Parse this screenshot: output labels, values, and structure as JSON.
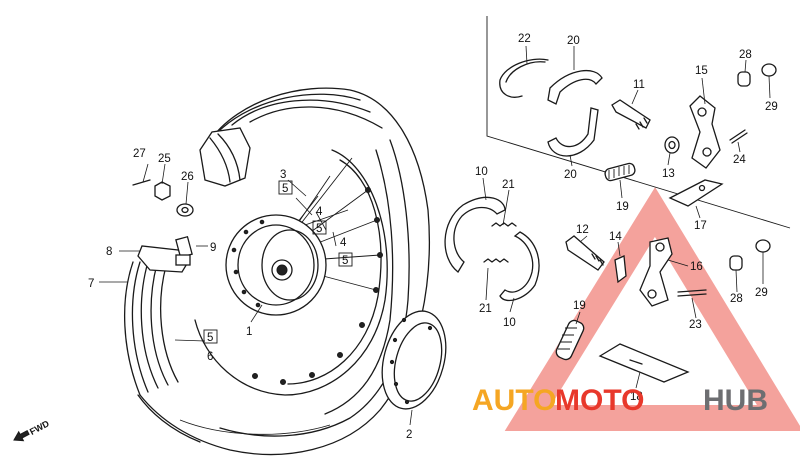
{
  "labels": {
    "p1": "1",
    "p2": "2",
    "p3": "3",
    "p4a": "4",
    "p4b": "4",
    "p5a": "5",
    "p5b": "5",
    "p5c": "5",
    "p5d": "5",
    "p6": "6",
    "p7": "7",
    "p8": "8",
    "p9": "9",
    "p10a": "10",
    "p10b": "10",
    "p11": "11",
    "p12": "12",
    "p13": "13",
    "p14": "14",
    "p15": "15",
    "p16": "16",
    "p17": "17",
    "p18": "18",
    "p19a": "19",
    "p19b": "19",
    "p20a": "20",
    "p20b": "20",
    "p21a": "21",
    "p21b": "21",
    "p22": "22",
    "p23": "23",
    "p24": "24",
    "p25": "25",
    "p26": "26",
    "p27": "27",
    "p28a": "28",
    "p28b": "28",
    "p29a": "29",
    "p29b": "29"
  },
  "fwd": "FWD",
  "watermark": {
    "part1": "AUTO",
    "part2": "MOTO",
    "part3": "HUB"
  },
  "colors": {
    "watermark_orange": "#f5a623",
    "watermark_red": "#e8382b",
    "watermark_gray": "#6d6e71"
  }
}
